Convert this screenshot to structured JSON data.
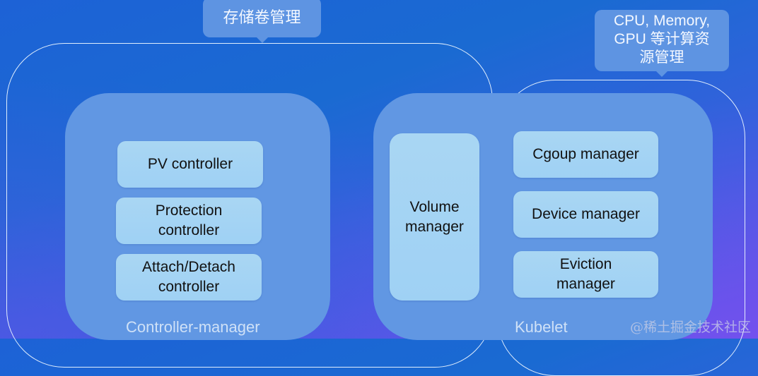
{
  "callouts": {
    "storage": "存储卷管理",
    "compute_line1": "CPU, Memory,",
    "compute_line2": "GPU 等计算资",
    "compute_line3": "源管理"
  },
  "controller_manager": {
    "label": "Controller-manager",
    "components": [
      {
        "line1": "PV controller",
        "line2": ""
      },
      {
        "line1": "Protection",
        "line2": "controller"
      },
      {
        "line1": "Attach/Detach",
        "line2": "controller"
      }
    ]
  },
  "kubelet": {
    "label": "Kubelet",
    "volume_manager": {
      "line1": "Volume",
      "line2": "manager"
    },
    "components": [
      {
        "line1": "Cgoup manager",
        "line2": ""
      },
      {
        "line1": "Device manager",
        "line2": ""
      },
      {
        "line1": "Eviction",
        "line2": "manager"
      }
    ]
  },
  "watermark": "@稀土掘金技术社区",
  "colors": {
    "panel": "#6197e3",
    "box": "#a9d6f3",
    "callout": "#5e94e2",
    "outline": "#ebf5ff"
  }
}
